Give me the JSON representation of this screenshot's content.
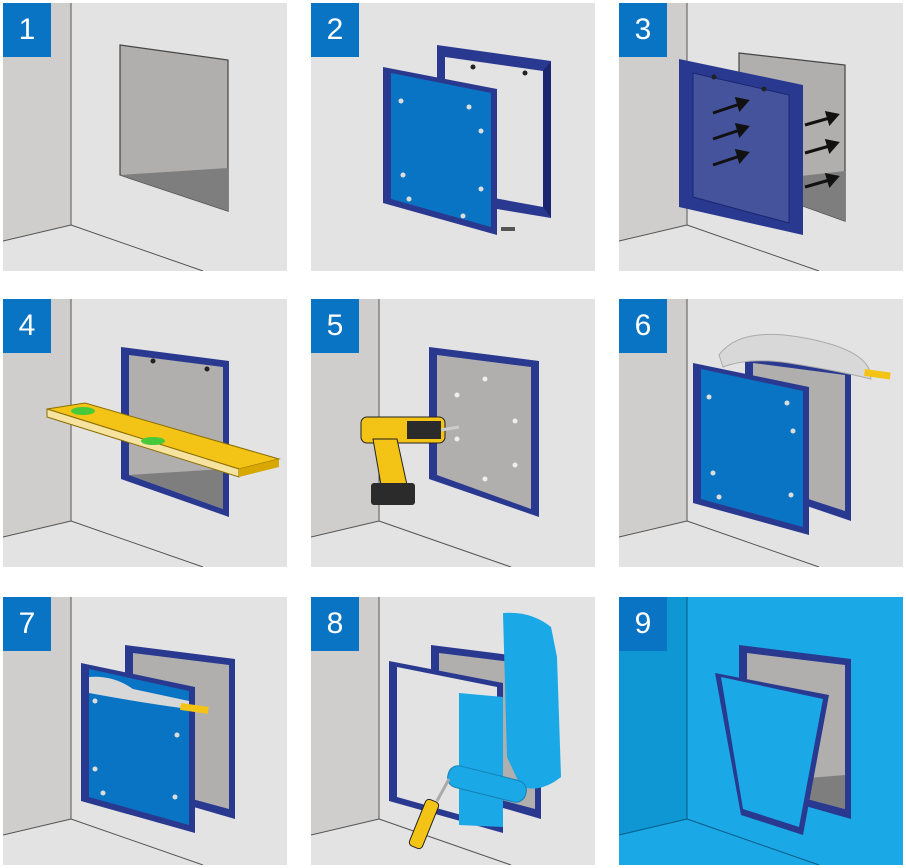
{
  "steps": [
    {
      "number": "1"
    },
    {
      "number": "2"
    },
    {
      "number": "3"
    },
    {
      "number": "4"
    },
    {
      "number": "5"
    },
    {
      "number": "6"
    },
    {
      "number": "7"
    },
    {
      "number": "8"
    },
    {
      "number": "9"
    }
  ],
  "colors": {
    "badge": "#0a74c4",
    "wall": "#e4e3e3",
    "side_wall": "#cfcecd",
    "frame": "#2a3990",
    "door_panel": "#0a74c4",
    "paint": "#1aa8e6",
    "tool_yellow": "#f3c316"
  }
}
